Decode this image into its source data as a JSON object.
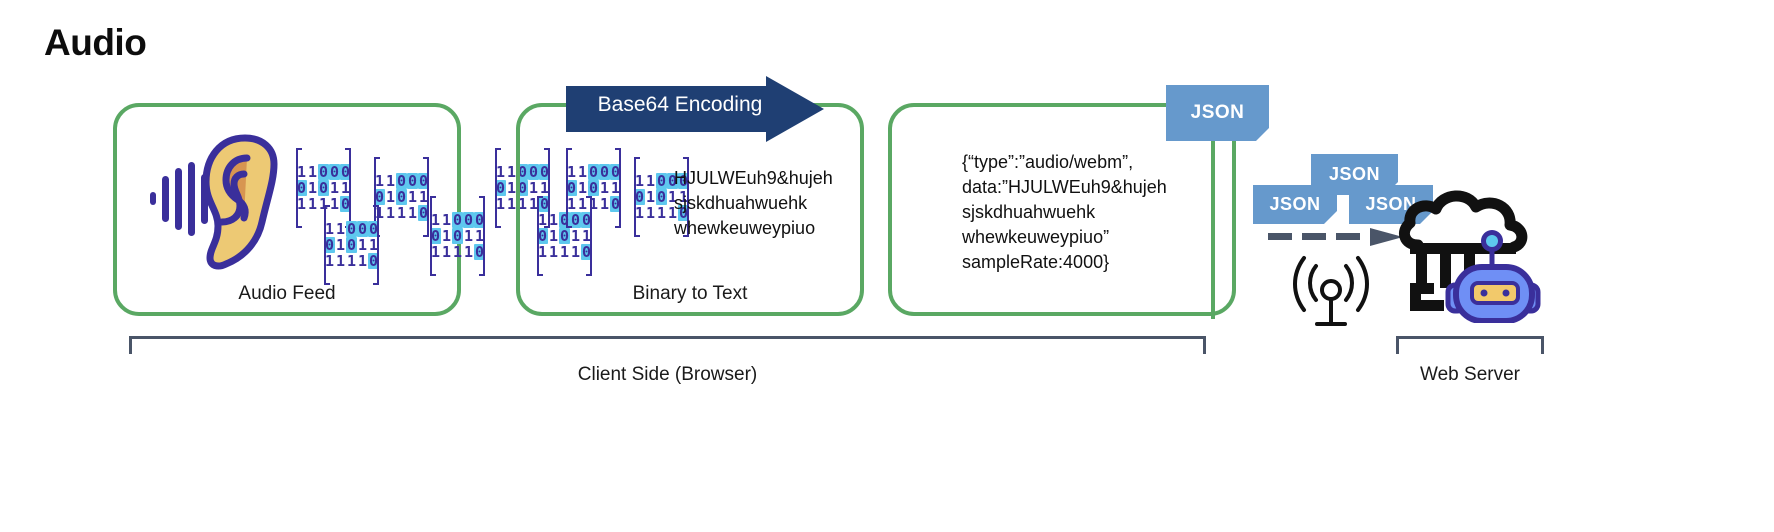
{
  "title": "Audio",
  "panels": [
    {
      "id": "audio-feed",
      "caption": "Audio Feed"
    },
    {
      "id": "binary-to-text",
      "caption": "Binary to Text"
    },
    {
      "id": "json-payload",
      "caption": ""
    }
  ],
  "arrow": {
    "label": "Base64 Encoding",
    "color": "#1f3f73"
  },
  "binary_matrix": {
    "rows": [
      "11000",
      "01011",
      "11110"
    ],
    "one_color": "#3a2f9b",
    "zero_highlight_color": "#5ec8ee"
  },
  "base64_payload": "HJULWEuh9&hujeh\nsjskdhuahwuehk\nwhewkeuweypiuo",
  "json_payload": "{“type”:”audio/webm”,\ndata:”HJULWEuh9&hujeh\nsjskdhuahwuehk\nwhewkeuweypiuo”\nsampleRate:4000}",
  "json_badges": {
    "main": "JSON",
    "top": "JSON",
    "left": "JSON",
    "right": "JSON",
    "color": "#6699cc"
  },
  "spans": {
    "client_label": "Client Side\n(Browser)",
    "server_label": "Web Server",
    "bracket_color": "#4a5568"
  },
  "icons": {
    "ear": "ear-icon",
    "soundwave": "soundwave-icon",
    "antenna": "antenna-icon",
    "cloud_server": "cloud-server-icon",
    "robot": "robot-icon",
    "dashed_arrow": "dashed-arrow-icon"
  },
  "theme": {
    "panel_border": "#5aa863",
    "binary_blue": "#3a2f9b",
    "ear_fill": "#edc974",
    "ear_inner": "#d79551",
    "robot_blue": "#6f8ff5",
    "robot_outline": "#3a2f9b"
  }
}
